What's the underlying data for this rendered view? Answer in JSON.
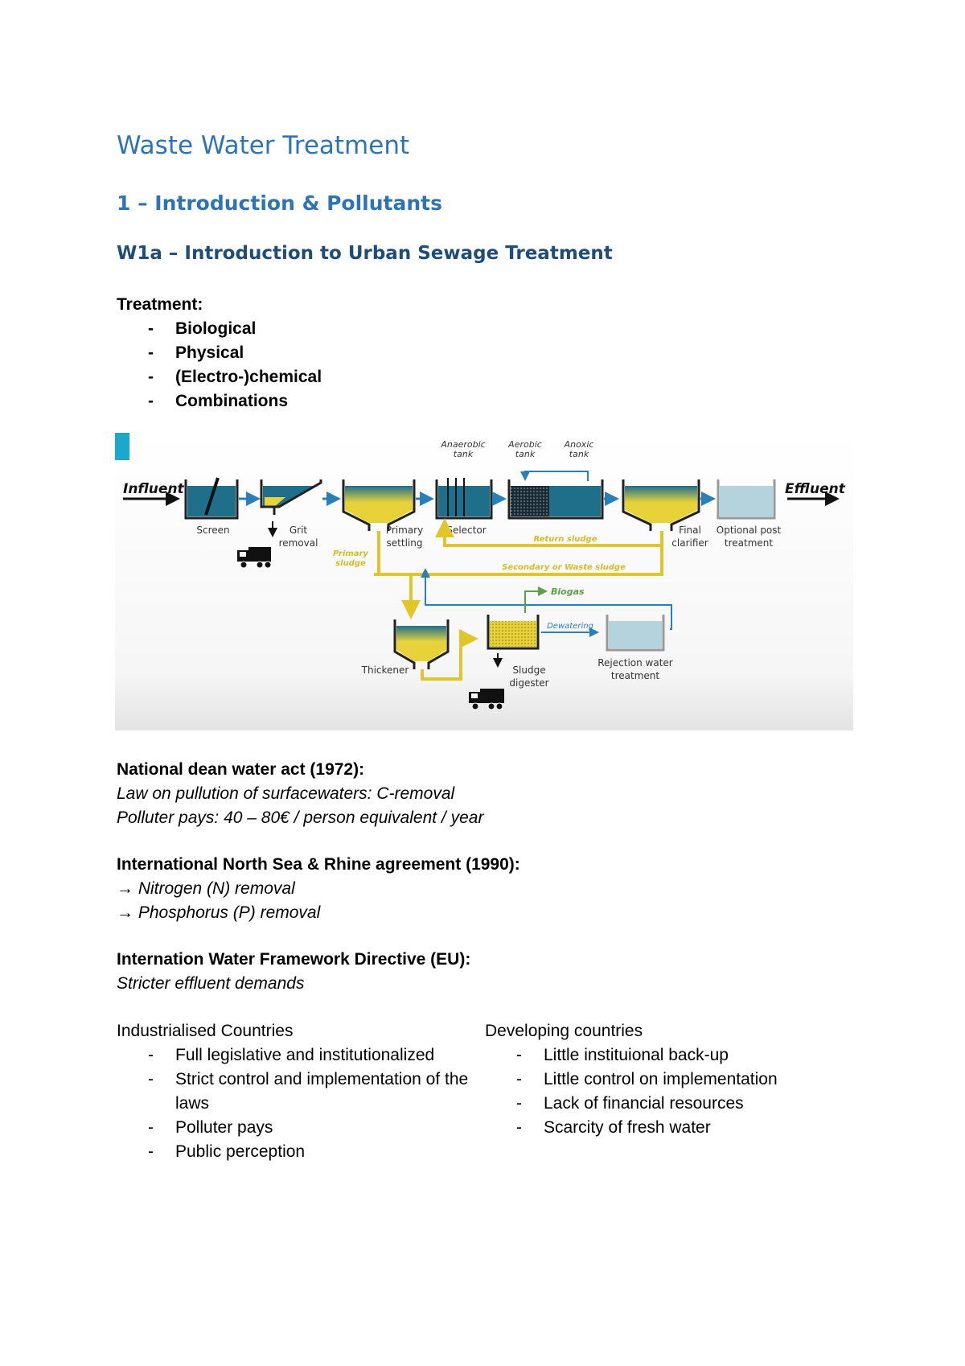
{
  "headings": {
    "title": "Waste Water Treatment",
    "h1": "1 – Introduction & Pollutants",
    "h2": "W1a – Introduction to Urban Sewage Treatment"
  },
  "treatment": {
    "heading": "Treatment:",
    "items": [
      "Biological",
      "Physical",
      "(Electro-)chemical",
      "Combinations"
    ]
  },
  "diagram": {
    "influent": "Influent",
    "effluent": "Effluent",
    "tank_anaerobic": [
      "Anaerobic",
      "tank"
    ],
    "tank_aerobic": [
      "Aerobic",
      "tank"
    ],
    "tank_anoxic": [
      "Anoxic",
      "tank"
    ],
    "screen": "Screen",
    "grit": [
      "Grit",
      "removal"
    ],
    "primary_settling": [
      "Primary",
      "settling"
    ],
    "selector": "Selector",
    "final_clarifier": [
      "Final",
      "clarifier"
    ],
    "optional_post": [
      "Optional post",
      "treatment"
    ],
    "return_sludge": "Return sludge",
    "primary_sludge": [
      "Primary",
      "sludge"
    ],
    "secondary_sludge": "Secondary or Waste sludge",
    "biogas": "Biogas",
    "dewatering": "Dewatering",
    "thickener": "Thickener",
    "sludge_digester": [
      "Sludge",
      "digester"
    ],
    "rejection_water": [
      "Rejection water",
      "treatment"
    ],
    "colors": {
      "water": "#1f6f8b",
      "sludge": "#e8d23a",
      "flow_blue": "#2a7fb8",
      "clear": "#b5d3dc"
    }
  },
  "cwa": {
    "heading": "National dean water act (1972):",
    "line1": "Law on pullution of surfacewaters: C-removal",
    "line2": "Polluter pays: 40 – 80€ / person equivalent / year"
  },
  "north_sea": {
    "heading": "International North Sea & Rhine agreement (1990):",
    "line1": "Nitrogen (N) removal",
    "line2": "Phosphorus (P) removal",
    "arrow": "→"
  },
  "wfd": {
    "heading": "Internation Water Framework Directive (EU):",
    "line1": "Stricter effluent demands"
  },
  "industrialised": {
    "heading": "Industrialised Countries",
    "items": [
      "Full legislative and institutionalized",
      "Strict control and implementation of the laws",
      "Polluter pays",
      "Public perception"
    ]
  },
  "developing": {
    "heading": "Developing countries",
    "items": [
      "Little instituional back-up",
      "Little control on implementation",
      "Lack of financial resources",
      "Scarcity of fresh water"
    ]
  },
  "dash": "-"
}
